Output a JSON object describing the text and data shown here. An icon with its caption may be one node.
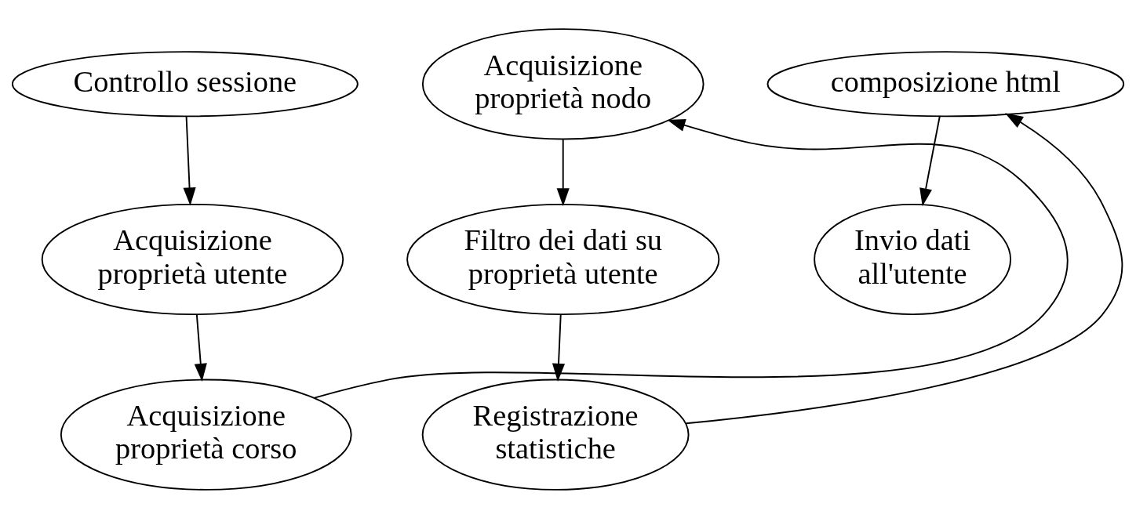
{
  "diagram": {
    "nodes": [
      {
        "text": [
          "Controllo sessione"
        ]
      },
      {
        "text": [
          "Acquisizione proprietà utente"
        ]
      },
      {
        "text": [
          "Acquisizione proprietà corso"
        ]
      },
      {
        "text": [
          "Acquisizione proprietà nodo"
        ]
      },
      {
        "text": [
          "Filtro dei dati su proprietà utente"
        ]
      },
      {
        "text": [
          "Registrazione statistiche"
        ]
      },
      {
        "text": [
          "composizione html"
        ]
      },
      {
        "text": [
          "Invio dati all'utente"
        ]
      }
    ],
    "edges": [
      {
        "from": 0,
        "to": 1,
        "arrow": "to"
      },
      {
        "from": 1,
        "to": 2,
        "arrow": "to"
      },
      {
        "from": 2,
        "to": 3,
        "arrow": "to"
      },
      {
        "from": 3,
        "to": 4,
        "arrow": "to"
      },
      {
        "from": 4,
        "to": 5,
        "arrow": "to"
      },
      {
        "from": 5,
        "to": 6,
        "arrow": "to"
      },
      {
        "from": 6,
        "to": 7,
        "arrow": "to"
      }
    ]
  }
}
